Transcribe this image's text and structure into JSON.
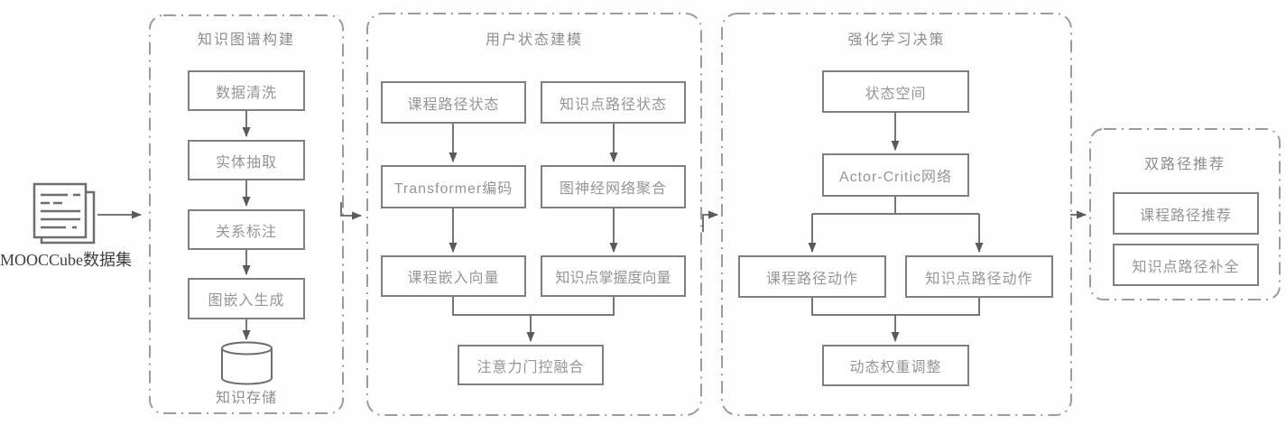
{
  "diagram": {
    "source": {
      "label": "MOOCCube数据集"
    },
    "stage1": {
      "title": "知识图谱构建",
      "nodes": [
        "数据清洗",
        "实体抽取",
        "关系标注",
        "图嵌入生成"
      ],
      "storage_label": "知识存储"
    },
    "stage2": {
      "title": "用户状态建模",
      "course_column": [
        "课程路径状态",
        "Transformer编码",
        "课程嵌入向量"
      ],
      "knowledge_column": [
        "知识点路径状态",
        "图神经网络聚合",
        "知识点掌握度向量"
      ],
      "fusion": "注意力门控融合"
    },
    "stage3": {
      "title": "强化学习决策",
      "state": "状态空间",
      "network": "Actor-Critic网络",
      "course_action": "课程路径动作",
      "knowledge_action": "知识点路径动作",
      "adjust": "动态权重调整"
    },
    "stage4": {
      "title": "双路径推荐",
      "course_rec": "课程路径推荐",
      "knowledge_comp": "知识点路径补全"
    }
  },
  "colors": {
    "background": "#fefefe",
    "box_border": "#7f7f7f",
    "box_text": "#959595",
    "container_border": "#9c9c9c",
    "connector": "#666666",
    "arrowhead": "#5a5a5a",
    "source_text": "#3f3f3f"
  }
}
